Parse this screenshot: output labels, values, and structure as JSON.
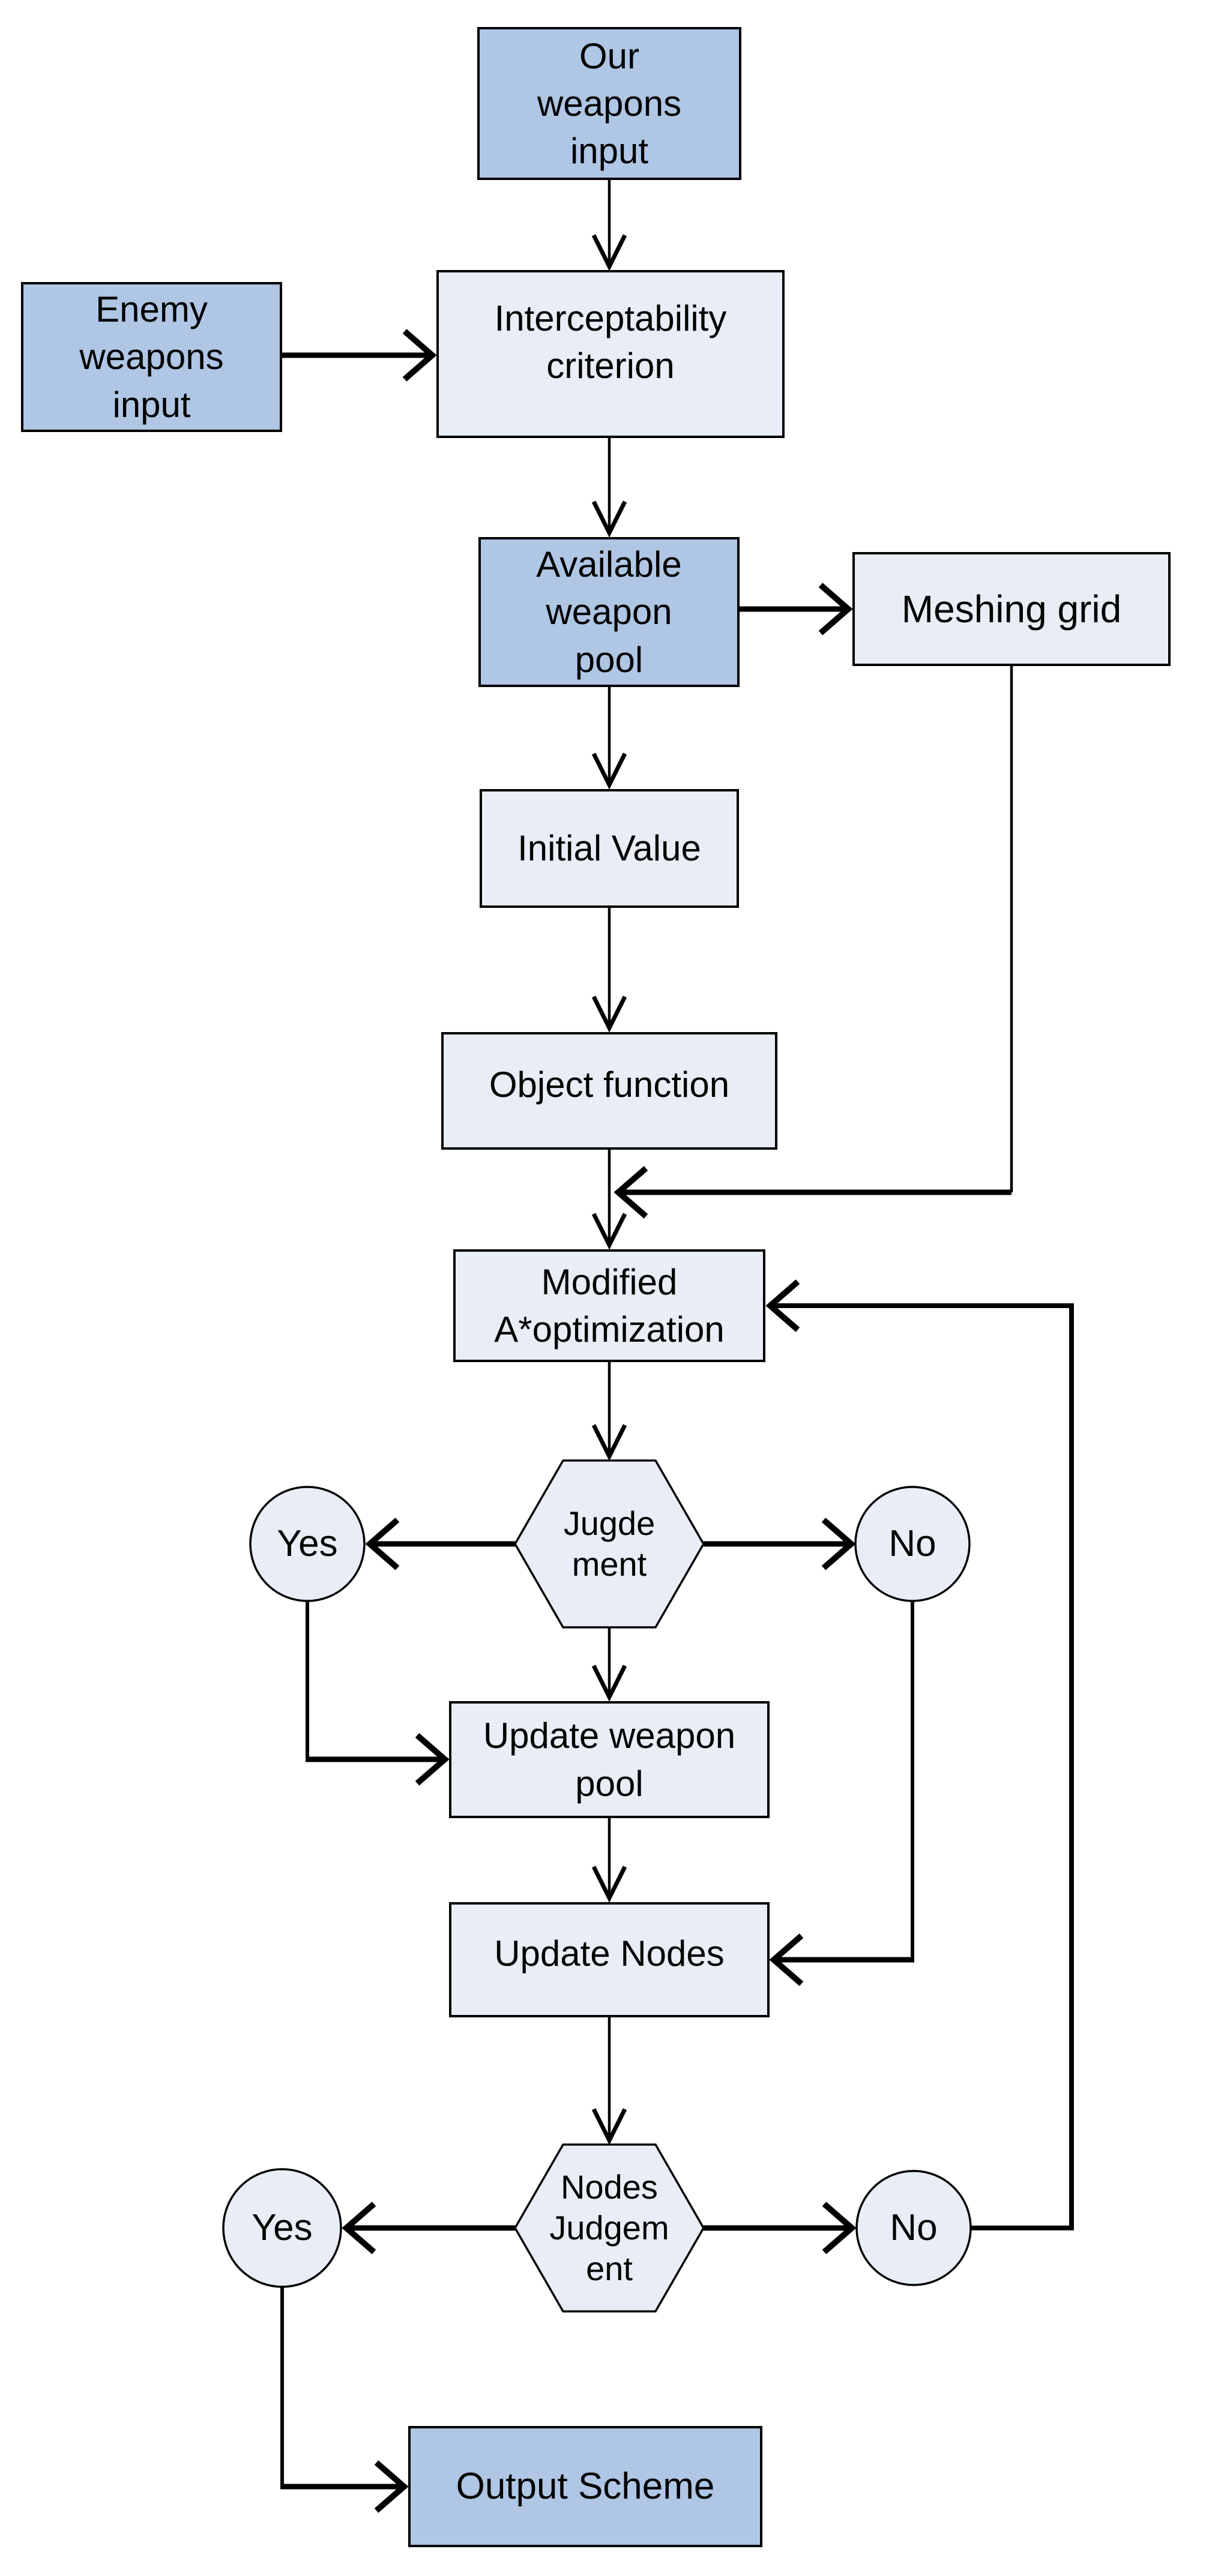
{
  "diagram_type": "flowchart",
  "colors": {
    "primary_fill": "#afc6e4",
    "secondary_fill": "#e8edf6",
    "border": "#000000",
    "arrow": "#000000",
    "text": "#000000",
    "background": "#ffffff"
  },
  "nodes": {
    "our_weapons": {
      "label": "Our\nweapons\ninput",
      "shape": "rect",
      "fill": "primary"
    },
    "enemy_weapons": {
      "label": "Enemy\nweapons\ninput",
      "shape": "rect",
      "fill": "primary"
    },
    "interceptability": {
      "label": "Interceptability\ncriterion",
      "shape": "rect",
      "fill": "secondary"
    },
    "available_pool": {
      "label": "Available\nweapon\npool",
      "shape": "rect",
      "fill": "primary"
    },
    "meshing_grid": {
      "label": "Meshing grid",
      "shape": "rect",
      "fill": "secondary"
    },
    "initial_value": {
      "label": "Initial Value",
      "shape": "rect",
      "fill": "secondary"
    },
    "object_function": {
      "label": "Object function",
      "shape": "rect",
      "fill": "secondary"
    },
    "modified_astar": {
      "label": "Modified\nA*optimization",
      "shape": "rect",
      "fill": "secondary"
    },
    "judgement": {
      "label": "Jugde\nment",
      "shape": "hexagon",
      "fill": "secondary"
    },
    "judgement_yes": {
      "label": "Yes",
      "shape": "circle",
      "fill": "secondary"
    },
    "judgement_no": {
      "label": "No",
      "shape": "circle",
      "fill": "secondary"
    },
    "update_pool": {
      "label": "Update weapon\npool",
      "shape": "rect",
      "fill": "secondary"
    },
    "update_nodes": {
      "label": "Update Nodes",
      "shape": "rect",
      "fill": "secondary"
    },
    "nodes_judgement": {
      "label": "Nodes\nJudgem\nent",
      "shape": "hexagon",
      "fill": "secondary"
    },
    "nodes_judgement_yes": {
      "label": "Yes",
      "shape": "circle",
      "fill": "secondary"
    },
    "nodes_judgement_no": {
      "label": "No",
      "shape": "circle",
      "fill": "secondary"
    },
    "output_scheme": {
      "label": "Output Scheme",
      "shape": "rect",
      "fill": "primary"
    }
  },
  "edges": [
    {
      "from": "our_weapons",
      "to": "interceptability"
    },
    {
      "from": "enemy_weapons",
      "to": "interceptability"
    },
    {
      "from": "interceptability",
      "to": "available_pool"
    },
    {
      "from": "available_pool",
      "to": "meshing_grid"
    },
    {
      "from": "available_pool",
      "to": "initial_value"
    },
    {
      "from": "initial_value",
      "to": "object_function"
    },
    {
      "from": "object_function",
      "to": "modified_astar"
    },
    {
      "from": "meshing_grid",
      "to": "modified_astar",
      "note": "joins main flow above Modified A*optimization"
    },
    {
      "from": "modified_astar",
      "to": "judgement"
    },
    {
      "from": "judgement",
      "to": "judgement_yes"
    },
    {
      "from": "judgement",
      "to": "judgement_no"
    },
    {
      "from": "judgement",
      "to": "update_pool"
    },
    {
      "from": "judgement_yes",
      "to": "update_pool"
    },
    {
      "from": "judgement_no",
      "to": "update_nodes"
    },
    {
      "from": "update_pool",
      "to": "update_nodes"
    },
    {
      "from": "update_nodes",
      "to": "nodes_judgement"
    },
    {
      "from": "nodes_judgement",
      "to": "nodes_judgement_yes"
    },
    {
      "from": "nodes_judgement",
      "to": "nodes_judgement_no"
    },
    {
      "from": "nodes_judgement_yes",
      "to": "output_scheme"
    },
    {
      "from": "nodes_judgement_no",
      "to": "modified_astar",
      "note": "feedback loop"
    }
  ]
}
